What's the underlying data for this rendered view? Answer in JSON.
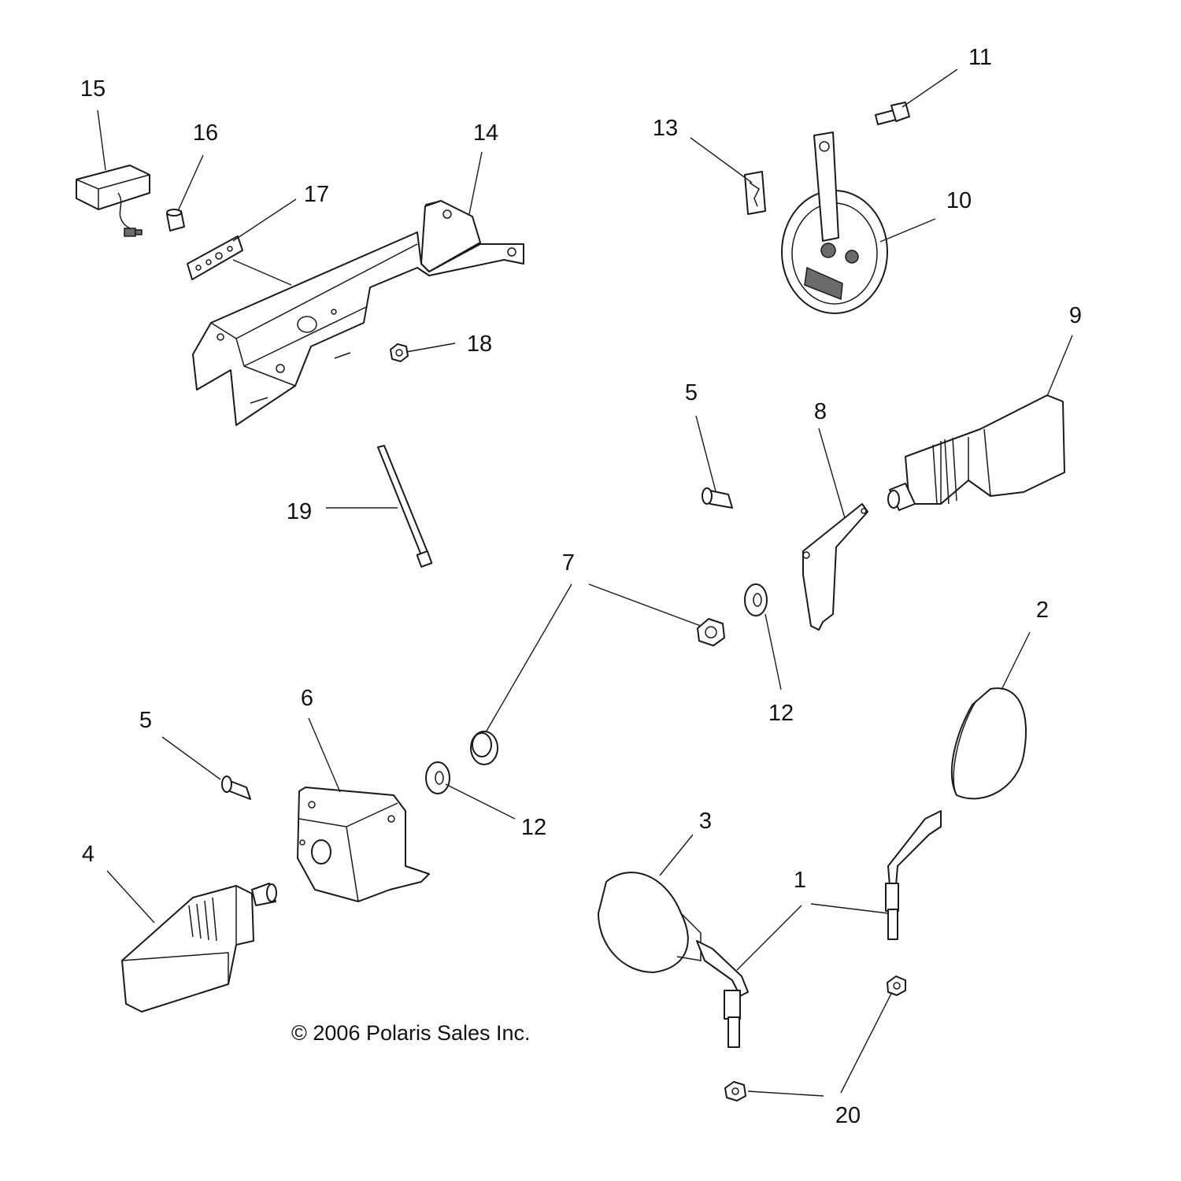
{
  "callouts": [
    {
      "id": "c1",
      "text": "1"
    },
    {
      "id": "c2",
      "text": "2"
    },
    {
      "id": "c3",
      "text": "3"
    },
    {
      "id": "c4",
      "text": "4"
    },
    {
      "id": "c5a",
      "text": "5"
    },
    {
      "id": "c5b",
      "text": "5"
    },
    {
      "id": "c6",
      "text": "6"
    },
    {
      "id": "c7",
      "text": "7"
    },
    {
      "id": "c8",
      "text": "8"
    },
    {
      "id": "c9",
      "text": "9"
    },
    {
      "id": "c10",
      "text": "10"
    },
    {
      "id": "c11",
      "text": "11"
    },
    {
      "id": "c12a",
      "text": "12"
    },
    {
      "id": "c12b",
      "text": "12"
    },
    {
      "id": "c13",
      "text": "13"
    },
    {
      "id": "c14",
      "text": "14"
    },
    {
      "id": "c15",
      "text": "15"
    },
    {
      "id": "c16",
      "text": "16"
    },
    {
      "id": "c17",
      "text": "17"
    },
    {
      "id": "c18",
      "text": "18"
    },
    {
      "id": "c19",
      "text": "19"
    },
    {
      "id": "c20",
      "text": "20"
    }
  ],
  "copyright": "© 2006 Polaris Sales Inc."
}
